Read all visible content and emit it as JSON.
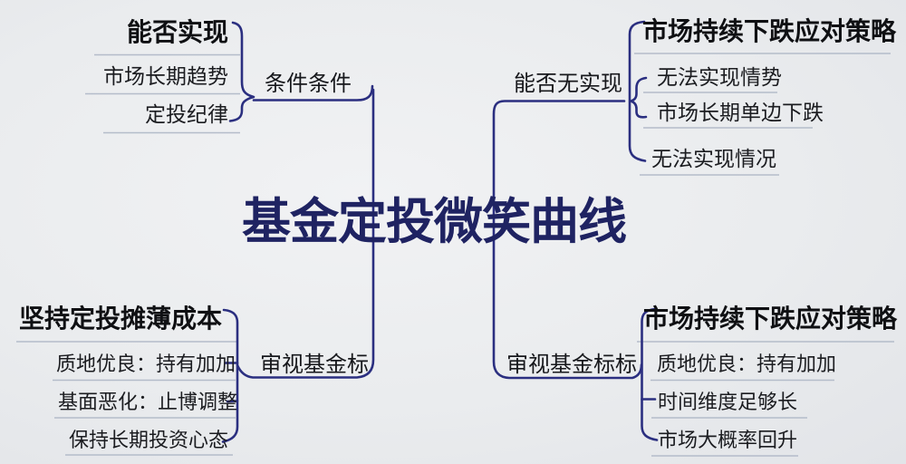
{
  "title": "基金定投微笑曲线",
  "groups": {
    "top_left": {
      "branch_label": "条件条件",
      "header": "能否实现",
      "items": [
        "市场长期趋势",
        "定投纪律"
      ]
    },
    "top_right": {
      "branch_label": "能否无实现",
      "header": "市场持续下跌应对策略",
      "items": [
        "无法实现情势",
        "市场长期单边下跌",
        "无法实现情况"
      ]
    },
    "bottom_left": {
      "branch_label": "审视基金标",
      "header": "坚持定投摊薄成本",
      "items": [
        "质地优良：持有加加",
        "基面恶化：止博调整",
        "保持长期投资心态"
      ]
    },
    "bottom_right": {
      "branch_label": "审视基金标标",
      "header": "市场持续下跌应对策略",
      "items": [
        "质地优良：持有加加",
        "时间维度足够长",
        "市场大概率回升"
      ]
    }
  },
  "colors": {
    "background": "#eaecee",
    "connector": "#2b2f80",
    "title": "#1f2362",
    "underline": "#b4bcca",
    "text": "#1b1c20"
  }
}
